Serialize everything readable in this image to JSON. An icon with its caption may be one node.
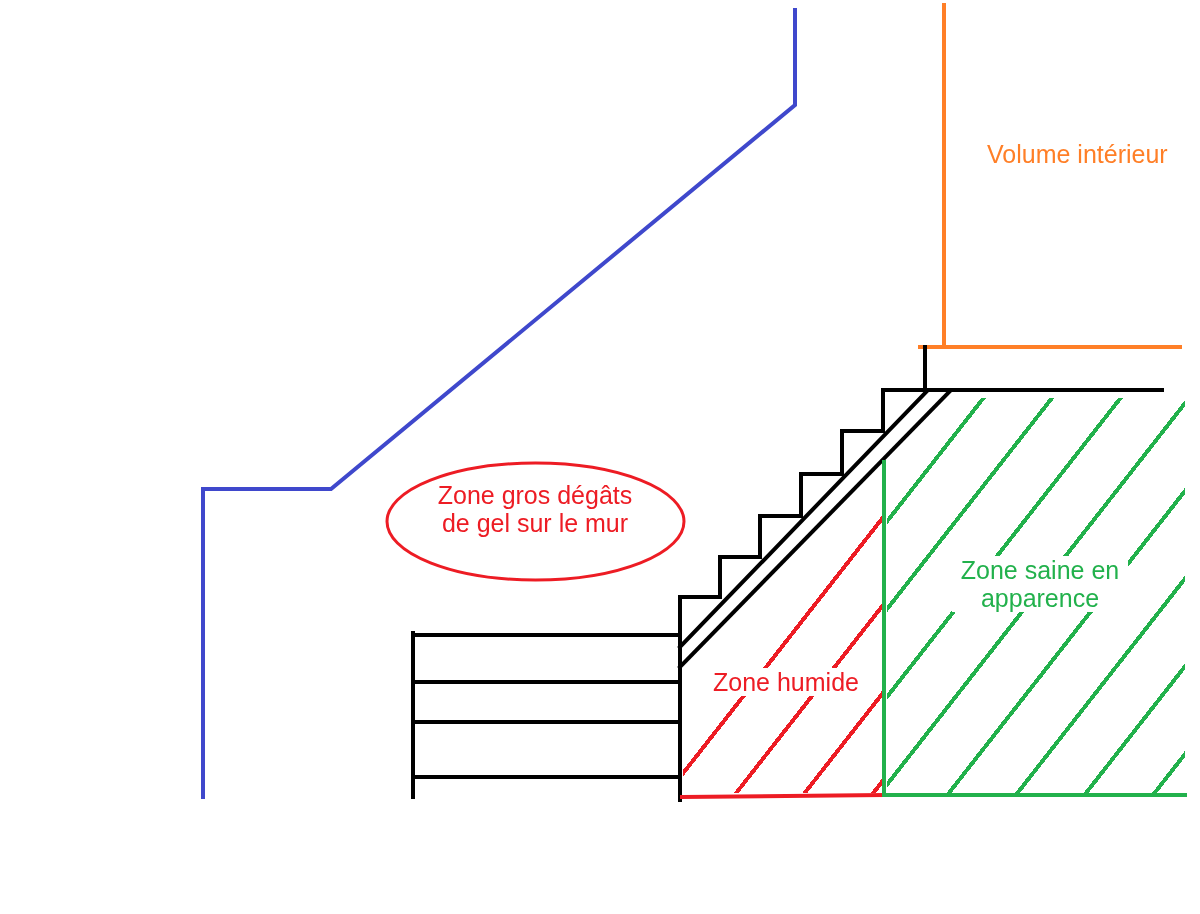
{
  "diagram": {
    "nodes": [
      {
        "text": [
          "Zone gros dégâts de gel sur le mur"
        ]
      },
      {
        "text": [
          "Zone humide"
        ]
      },
      {
        "text": [
          "Zone saine en apparence"
        ]
      }
    ],
    "labels": [
      "Volume intérieur"
    ]
  }
}
